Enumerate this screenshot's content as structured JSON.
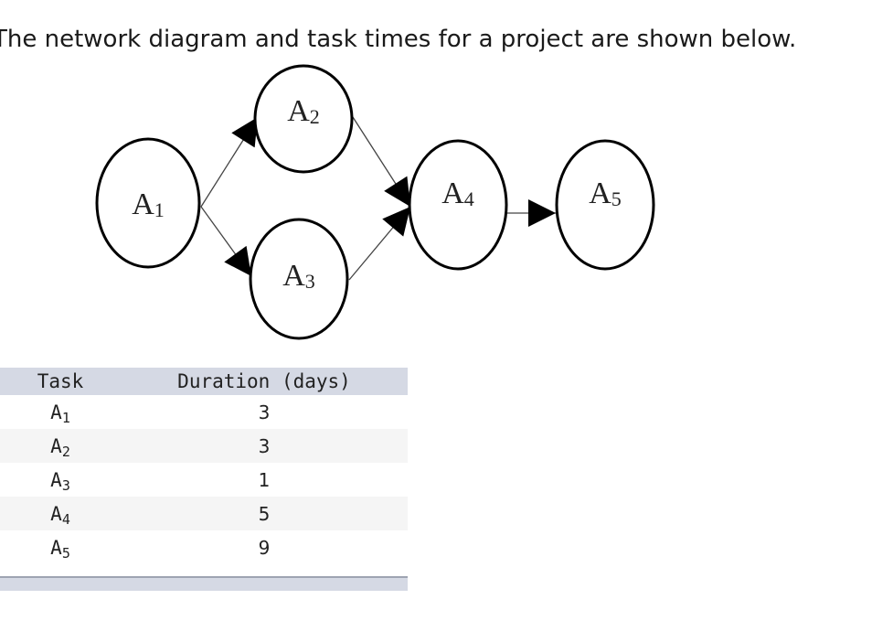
{
  "intro_text": "The network diagram and task times for a project are shown below.",
  "diagram": {
    "nodes": [
      {
        "id": "A1",
        "letter": "A",
        "subscript": "1"
      },
      {
        "id": "A2",
        "letter": "A",
        "subscript": "2"
      },
      {
        "id": "A3",
        "letter": "A",
        "subscript": "3"
      },
      {
        "id": "A4",
        "letter": "A",
        "subscript": "4"
      },
      {
        "id": "A5",
        "letter": "A",
        "subscript": "5"
      }
    ],
    "edges": [
      {
        "from": "A1",
        "to": "A2"
      },
      {
        "from": "A1",
        "to": "A3"
      },
      {
        "from": "A2",
        "to": "A4"
      },
      {
        "from": "A3",
        "to": "A4"
      },
      {
        "from": "A4",
        "to": "A5"
      }
    ]
  },
  "table": {
    "headers": {
      "task": "Task",
      "duration": "Duration (days)"
    },
    "rows": [
      {
        "letter": "A",
        "sub": "1",
        "duration": "3"
      },
      {
        "letter": "A",
        "sub": "2",
        "duration": "3"
      },
      {
        "letter": "A",
        "sub": "3",
        "duration": "1"
      },
      {
        "letter": "A",
        "sub": "4",
        "duration": "5"
      },
      {
        "letter": "A",
        "sub": "5",
        "duration": "9"
      }
    ]
  }
}
